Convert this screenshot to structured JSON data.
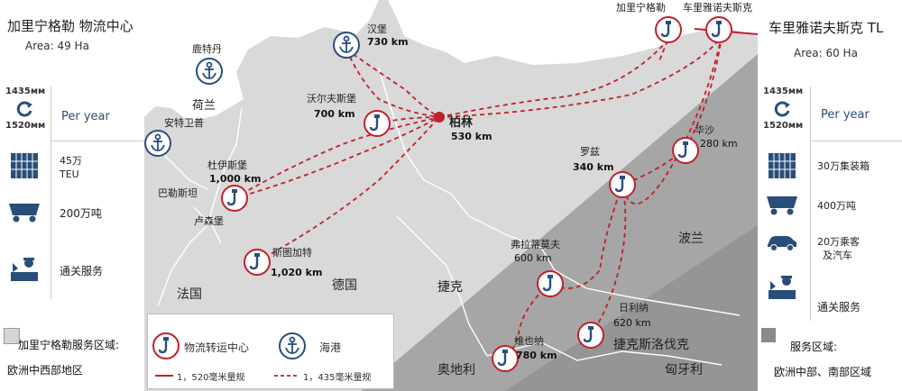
{
  "left": {
    "title": "加里宁格勒 物流中心",
    "area": "Area: 49 Ha",
    "gauge_top": "1435мм",
    "gauge_bottom": "1520мм",
    "per_year": "Per year",
    "teu": "45万",
    "teu_unit": "TEU",
    "tonnage": "200万吨",
    "customs": "通关服务",
    "region_title": "加里宁格勒服务区域:",
    "region_value": "欧洲中西部地区"
  },
  "right": {
    "title": "车里雅诺夫斯克 TL",
    "area": "Area: 60 Ha",
    "gauge_top": "1435мм",
    "gauge_bottom": "1520мм",
    "per_year": "Per year",
    "containers": "30万集装箱",
    "tonnage": "400万吨",
    "passengers": "20万乘客",
    "passengers_2": "及汽车",
    "customs": "通关服务",
    "region_title": "服务区域:",
    "region_value": "欧洲中部、南部区域"
  },
  "map": {
    "top_labels": {
      "kaliningrad": "加里宁格勒",
      "cherny": "车里雅诺夫斯克"
    },
    "ports": {
      "rotterdam": "鹿特丹",
      "antwerp": "安特卫普"
    },
    "cities": {
      "hamburg": {
        "name": "汉堡",
        "km": "730 km"
      },
      "wolfsburg": {
        "name": "沃尔夫斯堡",
        "km": "700 km"
      },
      "berlin": {
        "name": "柏林",
        "km": "530 km"
      },
      "duisburg": {
        "name": "杜伊斯堡",
        "km": "1,000 km"
      },
      "stuttgart": {
        "name": "斯图加特",
        "km": "1,020 km"
      },
      "lodz": {
        "name": "罗兹",
        "km": "340 km"
      },
      "warsaw": {
        "name": "华沙",
        "km": "280 km"
      },
      "wroclaw": {
        "name": "弗拉蒂莫夫",
        "km": "600 km"
      },
      "vienna": {
        "name": "维也纳",
        "km": "780 km"
      },
      "zilina": {
        "name": "日利纳",
        "km": "620 km"
      }
    },
    "places": {
      "netherlands": "荷兰",
      "belgium": "巴勒斯坦",
      "luxembourg": "卢森堡"
    },
    "countries": {
      "france": "法国",
      "germany": "德国",
      "czech": "捷克",
      "poland": "波兰",
      "austria": "奥地利",
      "slovakia": "捷克斯洛伐克",
      "hungary": "匈牙利"
    }
  },
  "legend": {
    "hub_label": "物流转运中心",
    "port_label": "海港",
    "gauge_1520": "1，520毫米量规",
    "gauge_1435": "1，435毫米量规"
  },
  "colors": {
    "rail_red": "#c0202a",
    "map_light": "#d4d4d4",
    "map_mid": "#b9b9b9",
    "map_dark": "#8a8a8a",
    "accent_blue": "#2a4e7a"
  }
}
